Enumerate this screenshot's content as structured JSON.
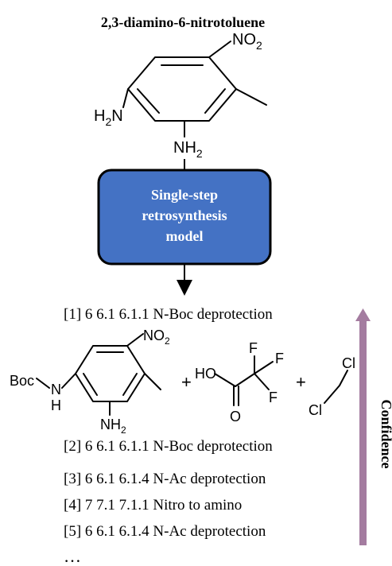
{
  "title": "2,3-diamino-6-nitrotoluene",
  "model": {
    "line1": "Single-step",
    "line2": "retrosynthesis",
    "line3": "model"
  },
  "confidence_label": "Confidence",
  "target_molecule": {
    "no2_label": "NO",
    "no2_sub": "2",
    "h2n_label_h": "H",
    "h2n_label_sub": "2",
    "h2n_label_n": "N",
    "nh2_label": "NH",
    "nh2_sub": "2"
  },
  "precursor": {
    "boc_label": "Boc",
    "n_label": "N",
    "h_label": "H",
    "nh2_label": "NH",
    "nh2_sub": "2",
    "no2_label": "NO",
    "no2_sub": "2",
    "plus1": "+",
    "ho_label": "HO",
    "o_label": "O",
    "f1": "F",
    "f2": "F",
    "f3": "F",
    "plus2": "+",
    "cl1": "Cl",
    "cl2": "Cl"
  },
  "predictions": [
    {
      "label": "[1] 6 6.1 6.1.1 N-Boc deprotection"
    },
    {
      "label": "[2] 6 6.1 6.1.1 N-Boc deprotection"
    },
    {
      "label": "[3] 6 6.1 6.1.4 N-Ac deprotection"
    },
    {
      "label": "[4] 7 7.1 7.1.1 Nitro to amino"
    },
    {
      "label": "[5] 6 6.1 6.1.4 N-Ac deprotection"
    }
  ],
  "ellipsis": "…",
  "colors": {
    "model_box_fill": "#4472c4",
    "model_box_stroke": "#000000",
    "confidence_arrow": "#a47ca0"
  }
}
